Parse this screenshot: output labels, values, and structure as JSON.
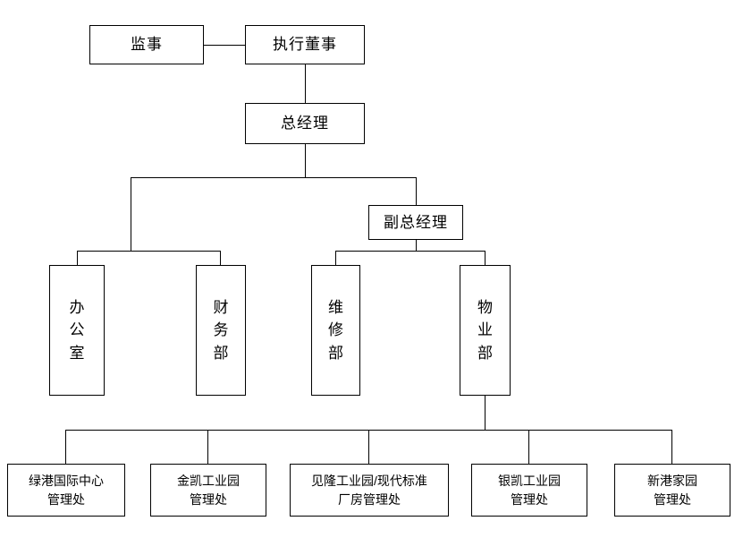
{
  "diagram": {
    "type": "org-chart",
    "title": "",
    "nodes": [
      {
        "id": "supervisor",
        "label": "监事",
        "orientation": "horizontal"
      },
      {
        "id": "executive-director",
        "label": "执行董事",
        "orientation": "horizontal"
      },
      {
        "id": "general-manager",
        "label": "总经理",
        "orientation": "horizontal"
      },
      {
        "id": "deputy-general-manager",
        "label": "副总经理",
        "orientation": "horizontal"
      },
      {
        "id": "office",
        "label": "办\n公\n室",
        "orientation": "vertical"
      },
      {
        "id": "finance-dept",
        "label": "财\n务\n部",
        "orientation": "vertical"
      },
      {
        "id": "maintenance-dept",
        "label": "维\n修\n部",
        "orientation": "vertical"
      },
      {
        "id": "property-dept",
        "label": "物\n业\n部",
        "orientation": "vertical"
      },
      {
        "id": "lvgang-center",
        "label": "绿港国际中心\n管理处",
        "orientation": "horizontal"
      },
      {
        "id": "jinkai-park",
        "label": "金凯工业园\n管理处",
        "orientation": "horizontal"
      },
      {
        "id": "jianlong-park",
        "label": "见隆工业园/现代标准\n厂房管理处",
        "orientation": "horizontal"
      },
      {
        "id": "yinkai-park",
        "label": "银凯工业园\n管理处",
        "orientation": "horizontal"
      },
      {
        "id": "xingang-home",
        "label": "新港家园\n管理处",
        "orientation": "horizontal"
      }
    ],
    "colors": {
      "line": "#000000",
      "box_fill": "#ffffff",
      "text": "#000000"
    }
  }
}
